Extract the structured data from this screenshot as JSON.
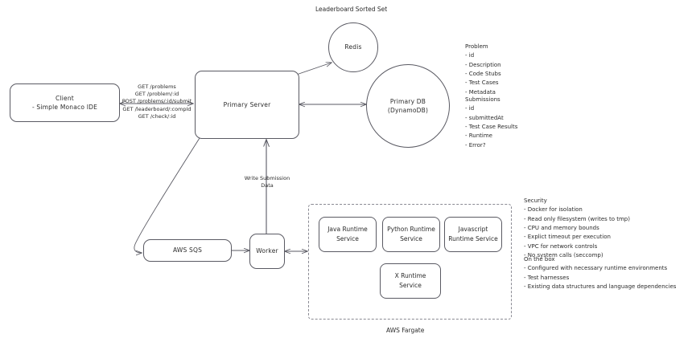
{
  "diagram": {
    "title_caption": "Leaderboard Sorted Set",
    "fargate_caption": "AWS Fargate"
  },
  "nodes": {
    "client": {
      "line1": "Client",
      "line2": "- Simple Monaco IDE"
    },
    "primary_server": {
      "label": "Primary Server"
    },
    "redis": {
      "label": "Redis"
    },
    "primary_db": {
      "line1": "Primary DB",
      "line2": "(DynamoDB)"
    },
    "sqs": {
      "label": "AWS SQS"
    },
    "worker": {
      "label": "Worker"
    }
  },
  "runtime_services": [
    {
      "line1": "Java Runtime",
      "line2": "Service"
    },
    {
      "line1": "Python Runtime",
      "line2": "Service"
    },
    {
      "line1": "Javascript",
      "line2": "Runtime Service"
    },
    {
      "line1": "X Runtime Service",
      "line2": ""
    }
  ],
  "edges": {
    "api_routes": [
      "GET /problems",
      "GET /problem/:id",
      "POST /problems/:id/submit",
      "GET /leaderboard/:compId",
      "GET /check/:id"
    ],
    "write_submission": [
      "Write Submission",
      "Data"
    ]
  },
  "notes": {
    "problem": {
      "heading": "Problem",
      "items": [
        "- id",
        "- Description",
        "- Code Stubs",
        "- Test Cases",
        "- Metadata"
      ]
    },
    "submissions": {
      "heading": "Submissions",
      "items": [
        "- id",
        "- submittedAt",
        "- Test Case Results",
        "- Runtime",
        "- Error?"
      ]
    },
    "security": {
      "heading": "Security",
      "items": [
        "- Docker for isolation",
        "- Read only filesystem (writes to tmp)",
        "- CPU and memory bounds",
        "- Explict timeout per execution",
        "- VPC for network controls",
        "- No system calls (seccomp)"
      ]
    },
    "on_the_box": {
      "heading": "On the box",
      "items": [
        "- Configured with necessary runtime environments",
        "- Test harnesses",
        "- Existing data structures and language dependencies"
      ]
    }
  },
  "colors": {
    "stroke": "#5a5a63",
    "dashed_stroke": "#8a8a93",
    "text": "#2b2b2b",
    "background": "#ffffff"
  }
}
